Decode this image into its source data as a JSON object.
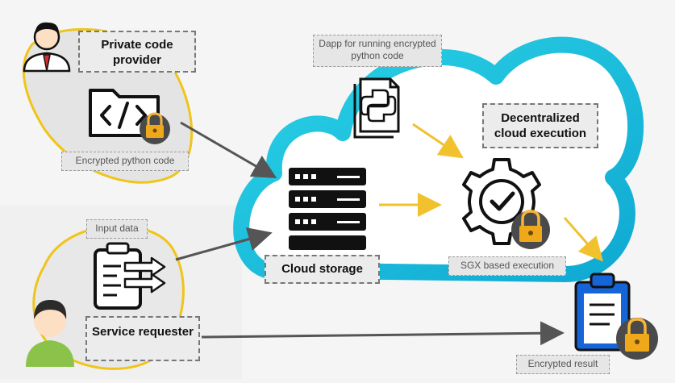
{
  "labels": {
    "private_code_provider": "Private code provider",
    "encrypted_python_code": "Encrypted python code",
    "dapp": "Dapp for running encrypted python code",
    "decentralized_execution": "Decentralized cloud execution",
    "cloud_storage": "Cloud storage",
    "sgx_execution": "SGX based execution",
    "input_data": "Input data",
    "service_requester": "Service requester",
    "encrypted_result": "Encrypted result"
  },
  "colors": {
    "cloud": "#17c0dc",
    "arrow_gray": "#555555",
    "arrow_yellow": "#f2c12e",
    "lock_body": "#f0a81b",
    "clipboard_blue": "#1565d8",
    "blob_outline": "#f0c419"
  }
}
